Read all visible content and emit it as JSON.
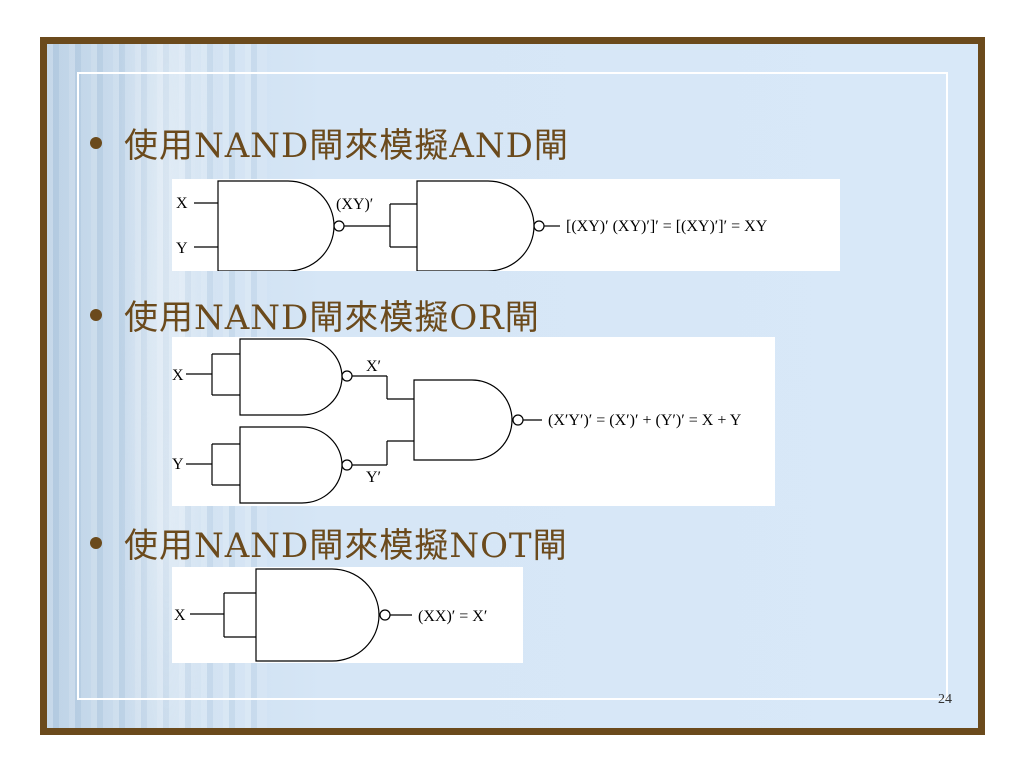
{
  "slide": {
    "bullets": [
      "使用NAND閘來模擬AND閘",
      "使用NAND閘來模擬OR閘",
      "使用NAND閘來模擬NOT閘"
    ],
    "page_number": "24"
  },
  "and_diagram": {
    "input_x": "X",
    "input_y": "Y",
    "mid_label": "(XY)′",
    "output": "[(XY)′ (XY)′]′ = [(XY)′]′ = XY"
  },
  "or_diagram": {
    "input_x": "X",
    "input_y": "Y",
    "x_not": "X′",
    "y_not": "Y′",
    "output": "(X′Y′)′ = (X′)′ + (Y′)′ = X + Y"
  },
  "not_diagram": {
    "input_x": "X",
    "output": "(XX)′ = X′"
  },
  "colors": {
    "frame": "#6b4a1c",
    "bullet_text": "#6b4a1c",
    "background": "#d6e6f6"
  }
}
